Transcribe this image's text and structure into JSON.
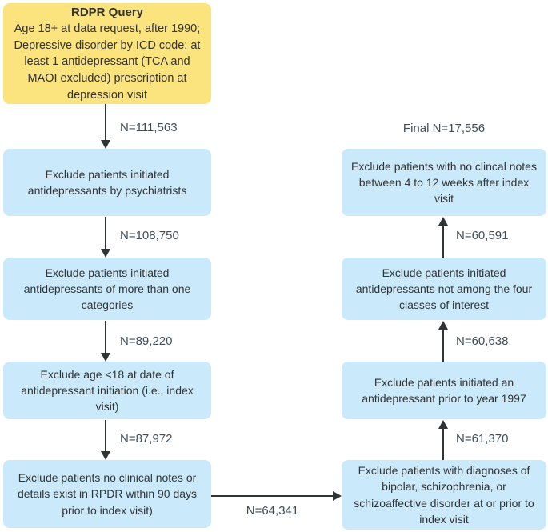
{
  "query_box": {
    "heading": "RDPR Query",
    "body": "Age 18+ at data request, after 1990; Depressive disorder by ICD code; at least 1 antidepressant (TCA and MAOI excluded) prescription at depression visit"
  },
  "final_label": "Final N=17,556",
  "left_column": {
    "boxes": [
      "Exclude patients initiated antidepressants by psychiatrists",
      "Exclude patients initiated antidepressants of more than one categories",
      "Exclude age <18 at date of antidepressant initiation (i.e., index visit)",
      "Exclude patients no clinical notes or details  exist in RPDR within 90 days prior to index visit)"
    ],
    "arrow_labels": [
      "N=111,563",
      "N=108,750",
      "N=89,220",
      "N=87,972"
    ]
  },
  "right_column": {
    "boxes": [
      "Exclude patients with no clincal notes between 4 to 12 weeks after index visit",
      "Exclude patients initiated antidepressants not among the four classes of interest",
      "Exclude patients initiated an antidepressant prior to year 1997",
      "Exclude patients with diagnoses of bipolar, schizophrenia, or schizoaffective disorder at or prior to index visit"
    ],
    "arrow_labels": [
      "N=60,591",
      "N=60,638",
      "N=61,370"
    ]
  },
  "bottom_arrow_label": "N=64,341",
  "colors": {
    "query_box_bg": "#FBE37E",
    "step_box_bg": "#CAEAFB",
    "arrow": "#2F3437",
    "label_text": "#3F4D59",
    "box_text": "#333333",
    "page_bg": "#FFFFFF"
  }
}
